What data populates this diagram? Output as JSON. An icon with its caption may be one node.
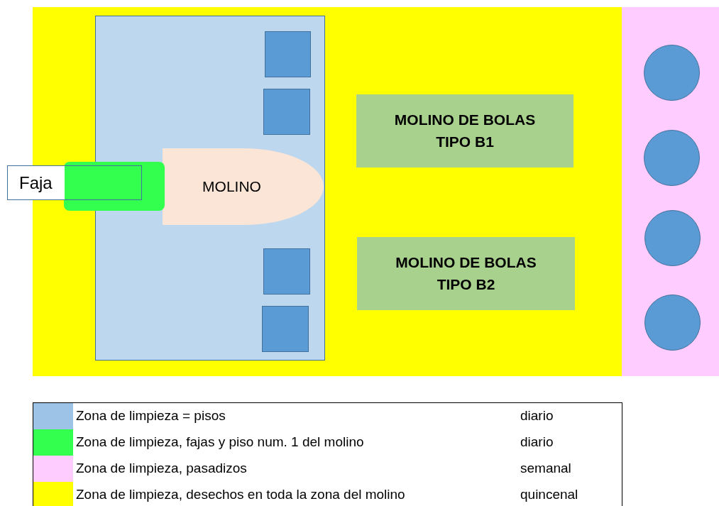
{
  "diagram": {
    "nodes": [
      {
        "text": [],
        "shape": "box"
      },
      {
        "text": [],
        "shape": "box",
        "in": 0
      },
      {
        "text": [],
        "shape": "box",
        "in": 1
      },
      {
        "text": [],
        "shape": "box",
        "in": 1
      },
      {
        "text": [
          "Faja"
        ]
      },
      {
        "text": [],
        "shape": "bar",
        "in": 0
      },
      {
        "text": [
          "MOLINO"
        ],
        "in": 1
      },
      {
        "text": [],
        "shape": "box",
        "in": 1
      },
      {
        "text": [],
        "shape": "box",
        "in": 1
      },
      {
        "text": [
          "MOLINO DE BOLAS TIPO B1"
        ],
        "in": 0
      },
      {
        "text": [
          "MOLINO DE BOLAS TIPO B2"
        ],
        "in": 0
      },
      {
        "text": [],
        "shape": "box"
      },
      {
        "text": [],
        "shape": "circle",
        "in": 11
      },
      {
        "text": [],
        "shape": "circle",
        "in": 11
      },
      {
        "text": [],
        "shape": "circle",
        "in": 11
      },
      {
        "text": [],
        "shape": "circle",
        "in": 11
      }
    ],
    "edges": [],
    "labels": [
      "diario",
      "diario",
      "semanal",
      "quincenal"
    ],
    "legend": [
      {
        "text": "Zona de limpieza = pisos",
        "color": "#9dc3e6"
      },
      {
        "text": "Zona de limpieza, fajas y piso num. 1 del molino",
        "color": "#33ff4f"
      },
      {
        "text": "Zona de limpieza, pasadizos",
        "color": "#ffccff"
      },
      {
        "text": "Zona de limpieza, desechos en toda la zona del molino",
        "color": "#ffff00"
      }
    ]
  }
}
